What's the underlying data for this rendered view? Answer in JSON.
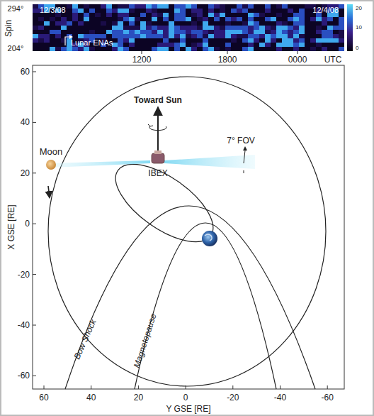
{
  "diagram": {
    "labels": [
      "294°",
      "204°",
      "Spin",
      "12/3/08",
      "12/4/08",
      "Lunar ENAs",
      "1200",
      "1800",
      "0000",
      "UTC",
      "20",
      "10",
      "0",
      "60",
      "40",
      "20",
      "0",
      "-20",
      "-40",
      "-60",
      "60",
      "40",
      "20",
      "0",
      "-20",
      "-40",
      "-60",
      "X GSE [RE]",
      "Y GSE [RE]",
      "Toward Sun",
      "7° FOV",
      "Moon",
      "IBEX",
      "Bow Shock",
      "Magnetopause"
    ]
  }
}
